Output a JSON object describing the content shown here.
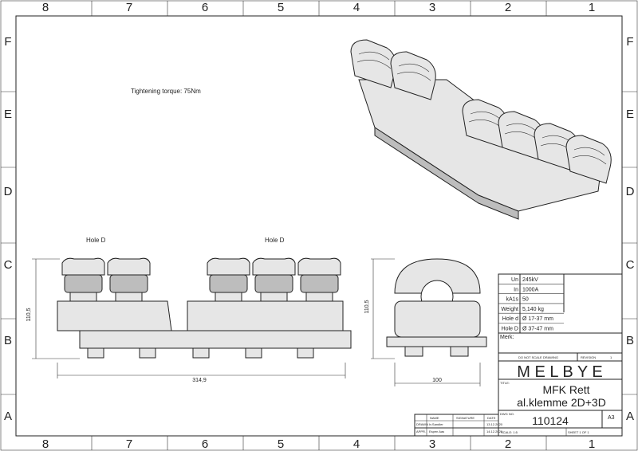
{
  "zones": {
    "columns": [
      "8",
      "7",
      "6",
      "5",
      "4",
      "3",
      "2",
      "1"
    ],
    "rows": [
      "F",
      "E",
      "D",
      "C",
      "B",
      "A"
    ]
  },
  "notes": {
    "torque": "Tightening torque: 75Nm",
    "hole_left": "Hole D",
    "hole_right": "Hole D"
  },
  "dimensions": {
    "front_height": "110,5",
    "front_width": "314,9",
    "side_height": "110,5",
    "side_width": "100"
  },
  "specs": [
    {
      "label": "Un",
      "value": "245kV"
    },
    {
      "label": "In",
      "value": "1000A"
    },
    {
      "label": "kA1s",
      "value": "50"
    },
    {
      "label": "Weight",
      "value": "5,140 kg"
    },
    {
      "label": "Hole d",
      "value": "Ø 17-37 mm"
    },
    {
      "label": "Hole D",
      "value": "Ø 37-47 mm"
    }
  ],
  "title_block": {
    "remark_label": "Merk:",
    "do_not_scale": "DO NOT SCALE DRAWING",
    "revision_label": "REVISION",
    "revision": "1",
    "company": "M E L B Y E",
    "title_label": "TITLE:",
    "title_line1": "MFK Rett",
    "title_line2": "al.klemme 2D+3D",
    "dwg_label": "DWG NO.",
    "dwg_no": "110124",
    "size": "A3",
    "scale": "SCALE: 1:5",
    "sheet": "SHEET 1 OF 1",
    "sig_headers": [
      "",
      "NAME",
      "SIGNATURE",
      "DATE"
    ],
    "sig_rows": [
      [
        "DRAWN",
        "Iv.Sandler",
        "",
        "13.12.2020"
      ],
      [
        "APPR.",
        "Espen Aas",
        "",
        "14.12.2020"
      ]
    ]
  }
}
